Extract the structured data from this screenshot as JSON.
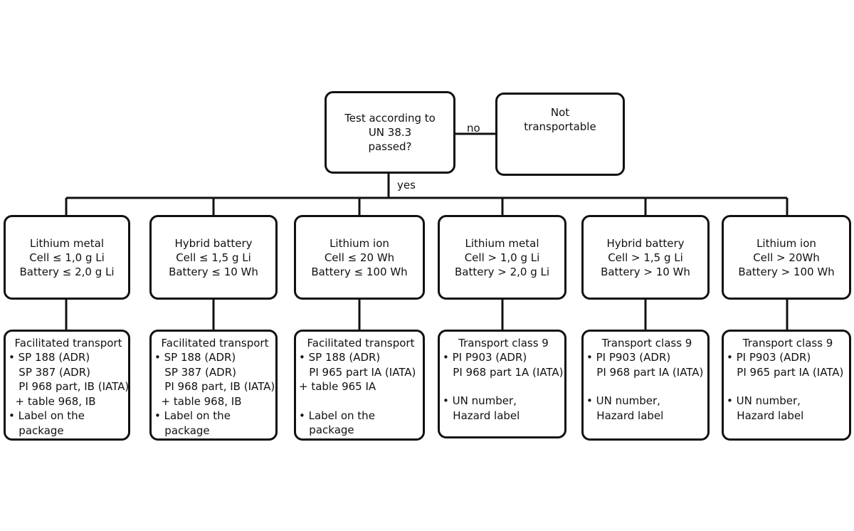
{
  "decision": {
    "lines": [
      "Test according to",
      "UN 38.3",
      "passed?"
    ]
  },
  "no_path": {
    "label": "no",
    "result_lines": [
      "Not",
      "transportable"
    ]
  },
  "yes_label": "yes",
  "categories": [
    {
      "lines": [
        "Lithium metal",
        "Cell ≤ 1,0 g Li",
        "Battery ≤  2,0 g Li"
      ],
      "detail": {
        "heading": "Facilitated transport",
        "lines": [
          "• SP 188 (ADR)",
          "   SP 387 (ADR)",
          "   PI 968 part, IB (IATA)",
          "  + table 968, IB",
          "• Label on the",
          "   package"
        ]
      }
    },
    {
      "lines": [
        "Hybrid battery",
        "Cell ≤ 1,5 g Li",
        "Battery ≤ 10 Wh"
      ],
      "detail": {
        "heading": "Facilitated transport",
        "lines": [
          "• SP 188 (ADR)",
          "   SP 387 (ADR)",
          "   PI 968 part, IB (IATA)",
          "  + table 968, IB",
          "• Label on the",
          "   package"
        ]
      }
    },
    {
      "lines": [
        "Lithium ion",
        "Cell ≤ 20 Wh",
        "Battery ≤ 100 Wh"
      ],
      "detail": {
        "heading": "Facilitated transport",
        "lines": [
          "• SP 188 (ADR)",
          "   PI 965 part IA (IATA)",
          "+ table 965 IA",
          "",
          "• Label on the",
          "   package"
        ]
      }
    },
    {
      "lines": [
        "Lithium metal",
        "Cell > 1,0 g Li",
        "Battery > 2,0 g Li"
      ],
      "detail": {
        "heading": "Transport class 9",
        "lines": [
          "• PI P903 (ADR)",
          "   PI 968 part 1A (IATA)",
          "",
          "• UN number,",
          "   Hazard label"
        ]
      }
    },
    {
      "lines": [
        "Hybrid battery",
        "Cell > 1,5 g Li",
        "Battery > 10 Wh"
      ],
      "detail": {
        "heading": "Transport class 9",
        "lines": [
          "• PI P903 (ADR)",
          "   PI 968 part IA (IATA)",
          "",
          "• UN number,",
          "   Hazard label"
        ]
      }
    },
    {
      "lines": [
        "Lithium ion",
        "Cell > 20Wh",
        "Battery > 100 Wh"
      ],
      "detail": {
        "heading": "Transport class 9",
        "lines": [
          "• PI P903 (ADR)",
          "   PI 965 part IA (IATA)",
          "",
          "• UN number,",
          "   Hazard label"
        ]
      }
    }
  ]
}
